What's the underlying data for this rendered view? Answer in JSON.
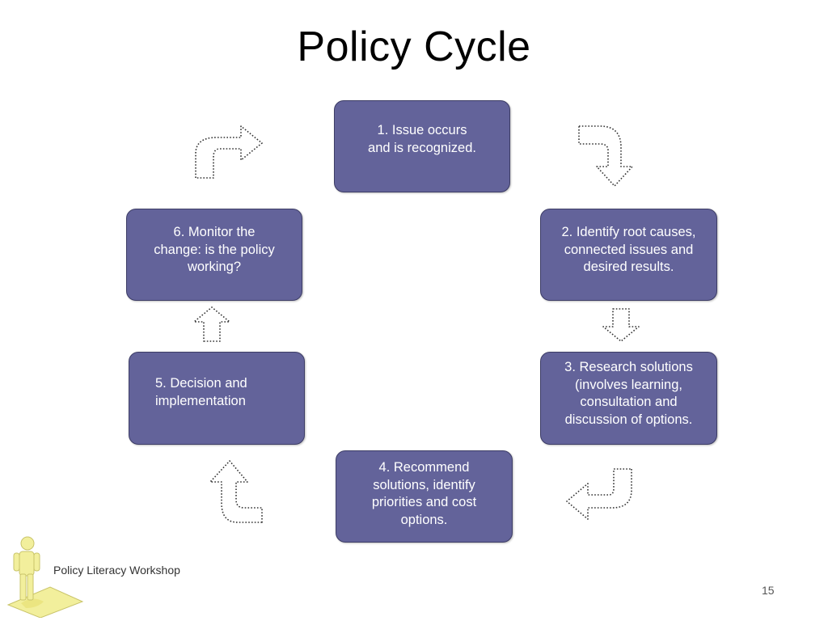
{
  "title": "Policy Cycle",
  "steps": {
    "s1": "1. Issue occurs\nand is recognized.",
    "s2": "2. Identify root causes,\nconnected issues and\ndesired results.",
    "s3": "3. Research solutions\n(involves learning,\nconsultation and\ndiscussion of options.",
    "s4": "4. Recommend\nsolutions, identify\npriorities and cost\noptions.",
    "s5": "5. Decision and\nimplementation",
    "s6": "6. Monitor the\nchange: is the policy\nworking?"
  },
  "footer": {
    "text": "Policy Literacy Workshop",
    "page_number": "15"
  },
  "colors": {
    "box_fill": "#63639a",
    "box_border": "#3d3d66",
    "logo": "#f2ef9c"
  }
}
